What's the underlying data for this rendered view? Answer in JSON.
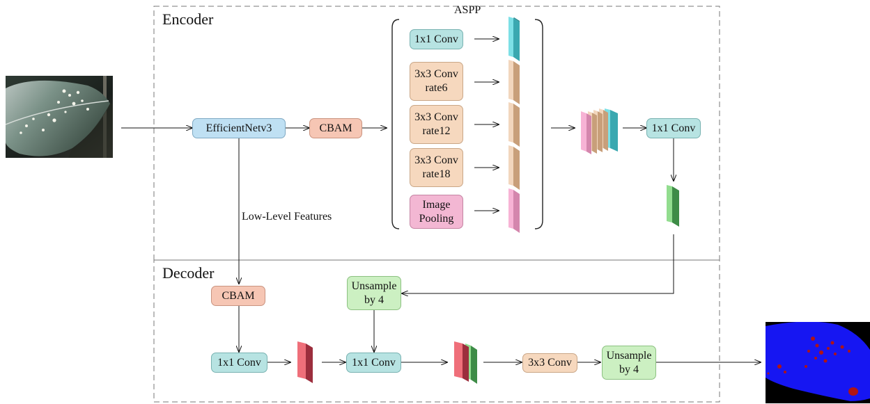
{
  "sections": {
    "encoder": "Encoder",
    "decoder": "Decoder",
    "aspp": "ASPP",
    "low_level_features": "Low-Level Features"
  },
  "encoder_blocks": {
    "backbone": "EfficientNetv3",
    "cbam": "CBAM",
    "aspp_conv1x1": "1x1 Conv",
    "aspp_rate6": "3x3 Conv\nrate6",
    "aspp_rate12": "3x3 Conv\nrate12",
    "aspp_rate18": "3x3 Conv\nrate18",
    "aspp_pooling": "Image\nPooling",
    "fuse_conv1x1": "1x1 Conv"
  },
  "decoder_blocks": {
    "cbam": "CBAM",
    "low_conv1x1": "1x1 Conv",
    "upsample_a": "Unsample\nby 4",
    "mid_conv1x1": "1x1 Conv",
    "conv3x3": "3x3 Conv",
    "upsample_b": "Unsample\nby 4"
  },
  "images": {
    "input": "input-leaf-photo",
    "output": "segmentation-mask"
  },
  "colors": {
    "backbone": "#bfe0f3",
    "cbam": "#f6c6b4",
    "conv1x1": "#b7e3e2",
    "atrous_conv": "#f6d8be",
    "pooling": "#f3b7d3",
    "upsample": "#ccf0c2",
    "mask_leaf": "#1616f2",
    "mask_lesion": "#b01414",
    "mask_background": "#000000"
  }
}
